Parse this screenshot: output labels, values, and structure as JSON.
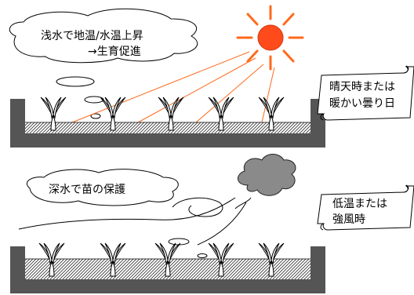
{
  "top_panel": {
    "cloud_line1": "浅水で地温/水温上昇",
    "cloud_line2": "→生育促進",
    "scroll_line1": "晴天時または",
    "scroll_line2": "暖かい曇り日"
  },
  "bottom_panel": {
    "cloud_text": "深水で苗の保護",
    "scroll_line1": "低温または",
    "scroll_line2": "強風時"
  },
  "colors": {
    "sun": "#ff4a1c",
    "sun_rays": "#ff6a1c",
    "water": "#2b7fd6",
    "field_wall": "#555555",
    "storm_cloud": "#8a8a8a"
  }
}
